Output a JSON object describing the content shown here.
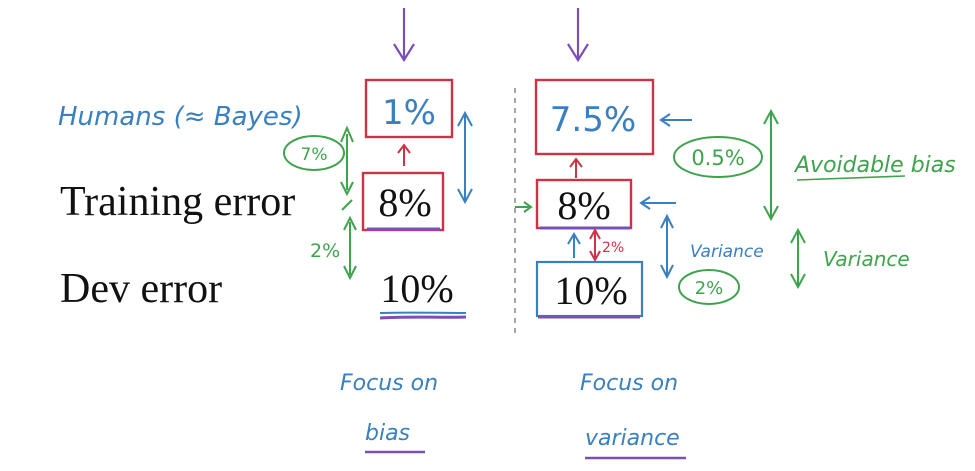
{
  "rows": {
    "humans": "Humans (≈ Bayes)",
    "training": "Training error",
    "dev": "Dev error"
  },
  "left": {
    "human": "1%",
    "train": "8%",
    "dev": "10%",
    "gap_bias": "7%",
    "gap_var": "2%",
    "focus_1": "Focus on",
    "focus_2": "bias"
  },
  "right": {
    "human": "7.5%",
    "train": "8%",
    "dev": "10%",
    "gap_bias": "0.5%",
    "gap_var": "2%",
    "gap_var_small": "2%",
    "var_label": "Variance",
    "focus_1": "Focus on",
    "focus_2": "variance"
  },
  "legend": {
    "avoidable": "Avoidable bias",
    "variance": "Variance"
  },
  "colors": {
    "red": "#cc3344",
    "blue": "#3a7fc0",
    "green": "#3fa34d",
    "purple": "#7b4fb8",
    "black": "#111111",
    "gray": "#888888"
  }
}
